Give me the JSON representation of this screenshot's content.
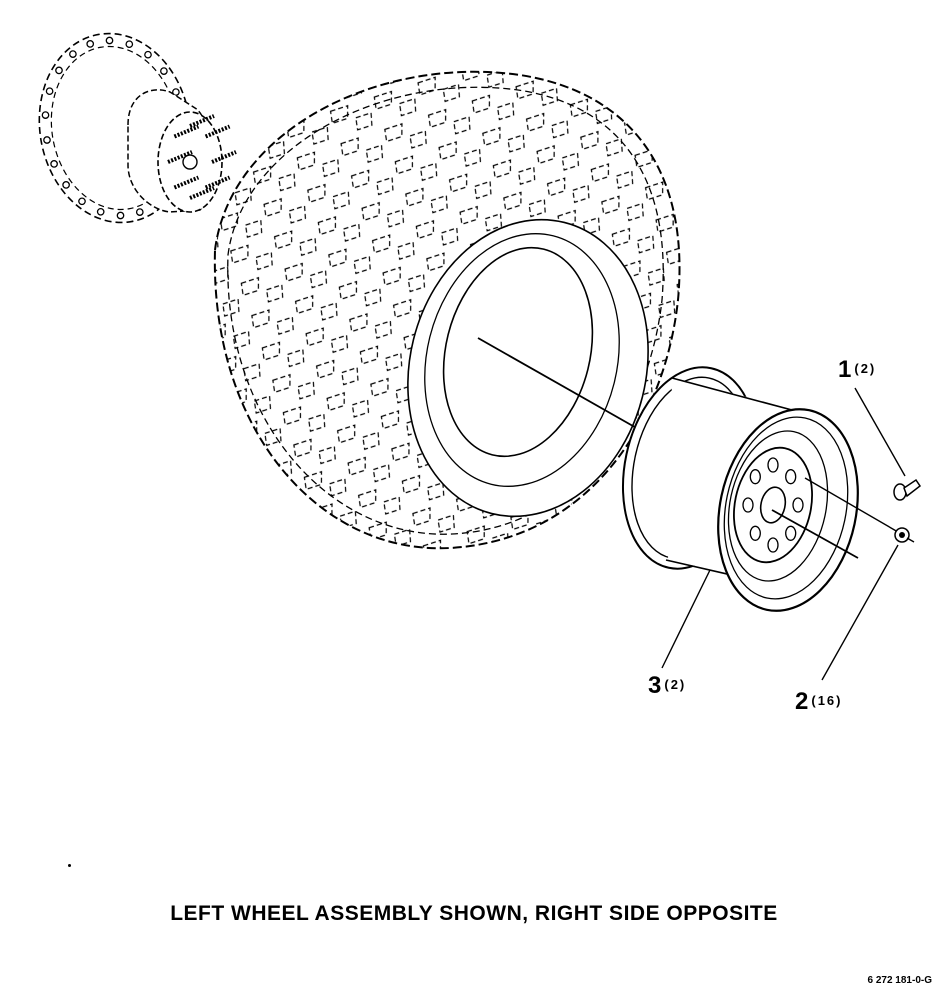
{
  "callouts": [
    {
      "number": "1",
      "quantity": "(2)"
    },
    {
      "number": "2",
      "quantity": "(16)"
    },
    {
      "number": "3",
      "quantity": "(2)"
    }
  ],
  "caption": "LEFT WHEEL ASSEMBLY SHOWN, RIGHT SIDE OPPOSITE",
  "drawing_number": "6 272 181-0-G"
}
